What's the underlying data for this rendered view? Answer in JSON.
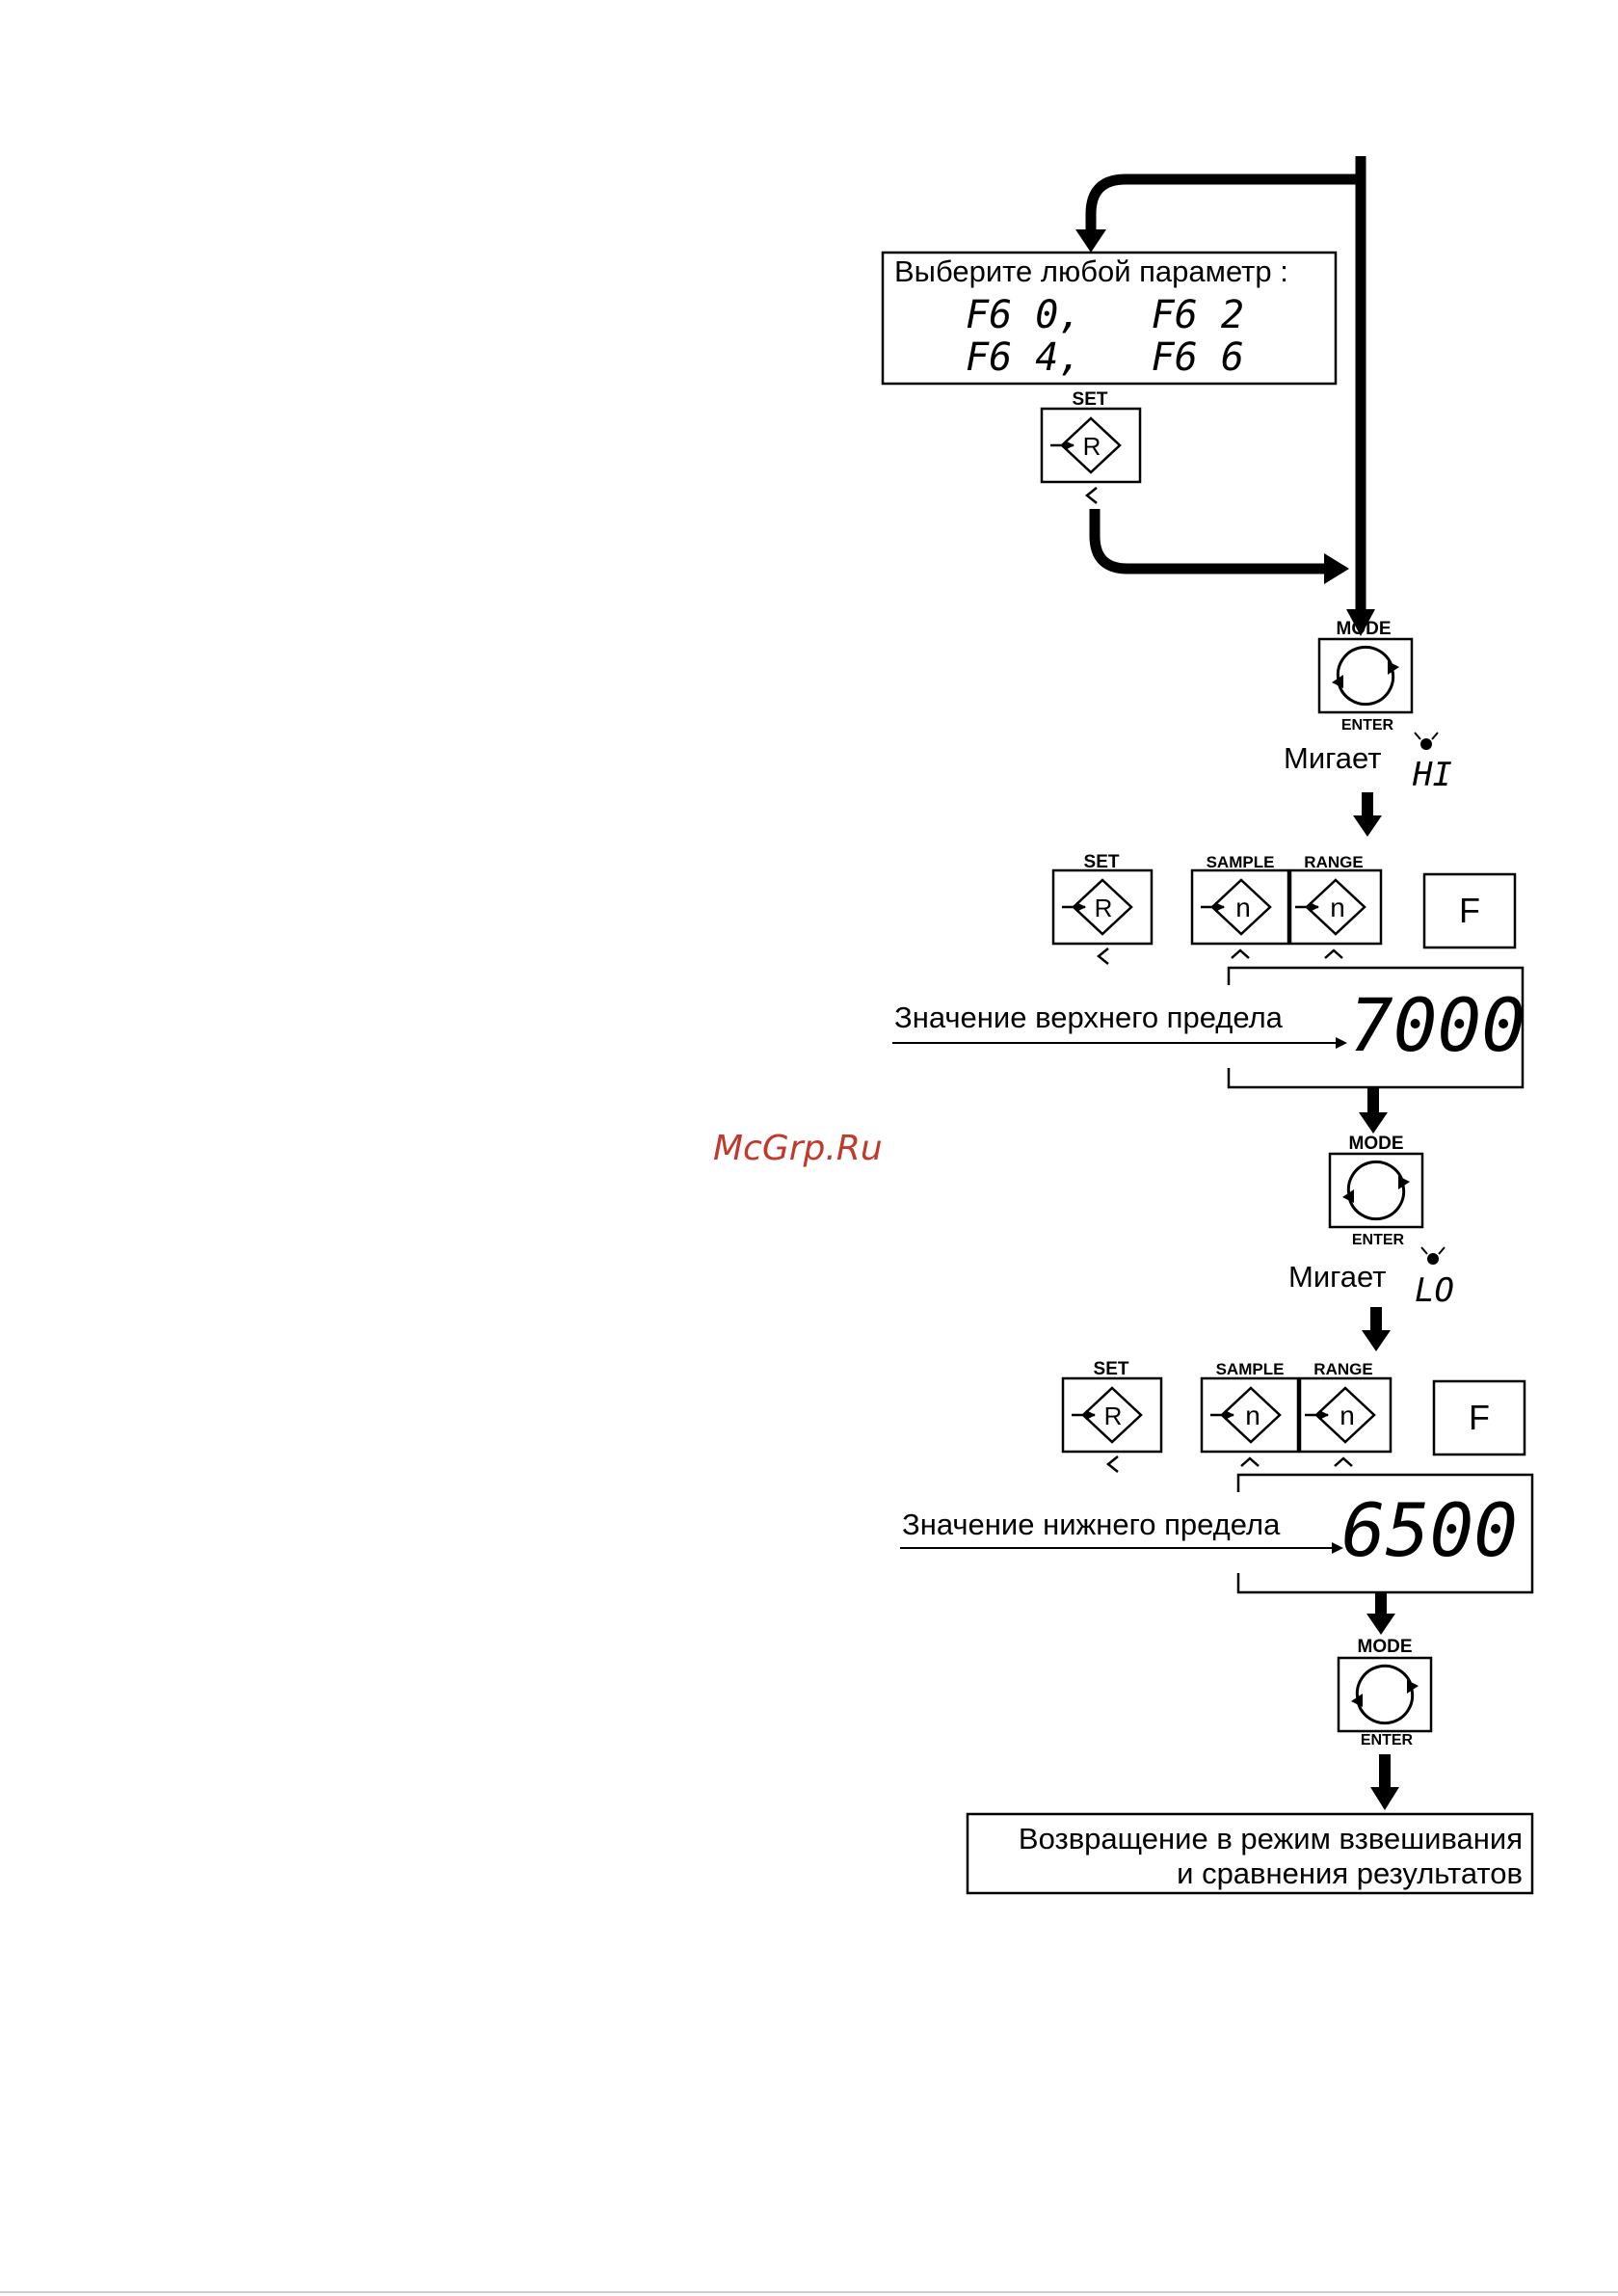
{
  "watermark": "McGrp.Ru",
  "select_box": {
    "title": "Выберите любой параметр :",
    "options_line1": "F6 0,   F6 2",
    "options_line2": "F6 4,   F6 6"
  },
  "keys": {
    "set": "SET",
    "sample": "SAMPLE",
    "range": "RANGE",
    "mode": "MODE",
    "enter": "ENTER",
    "f": "F",
    "r_glyph": "R",
    "n_glyph": "n"
  },
  "blink": {
    "text": "Мигает",
    "hi": "HI",
    "lo": "LO"
  },
  "upper": {
    "label": "Значение верхнего предела",
    "value": "7000"
  },
  "lower": {
    "label": "Значение нижнего предела",
    "value": "6500"
  },
  "result_box": {
    "line1": "Возвращение в режим взвешивания",
    "line2": "и сравнения результатов"
  }
}
